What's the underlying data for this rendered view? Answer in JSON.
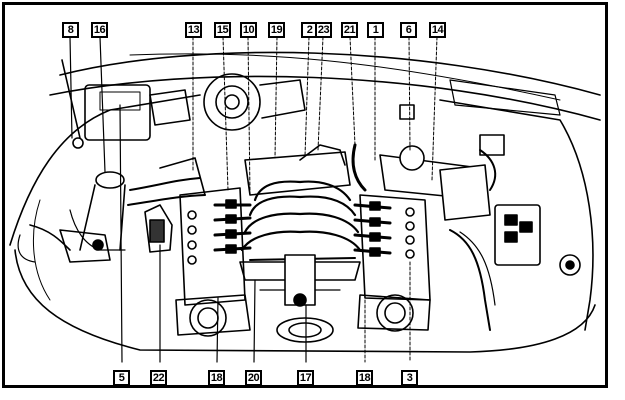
{
  "callouts": {
    "c8": "8",
    "c16": "16",
    "c13": "13",
    "c15": "15",
    "c10": "10",
    "c19": "19",
    "c2": "2",
    "c23": "23",
    "c21": "21",
    "c1": "1",
    "c6": "6",
    "c14": "14",
    "c5": "5",
    "c22": "22",
    "c18a": "18",
    "c20": "20",
    "c17": "17",
    "c18b": "18",
    "c3": "3"
  },
  "colors": {
    "ink": "#000000",
    "paper": "#ffffff"
  }
}
